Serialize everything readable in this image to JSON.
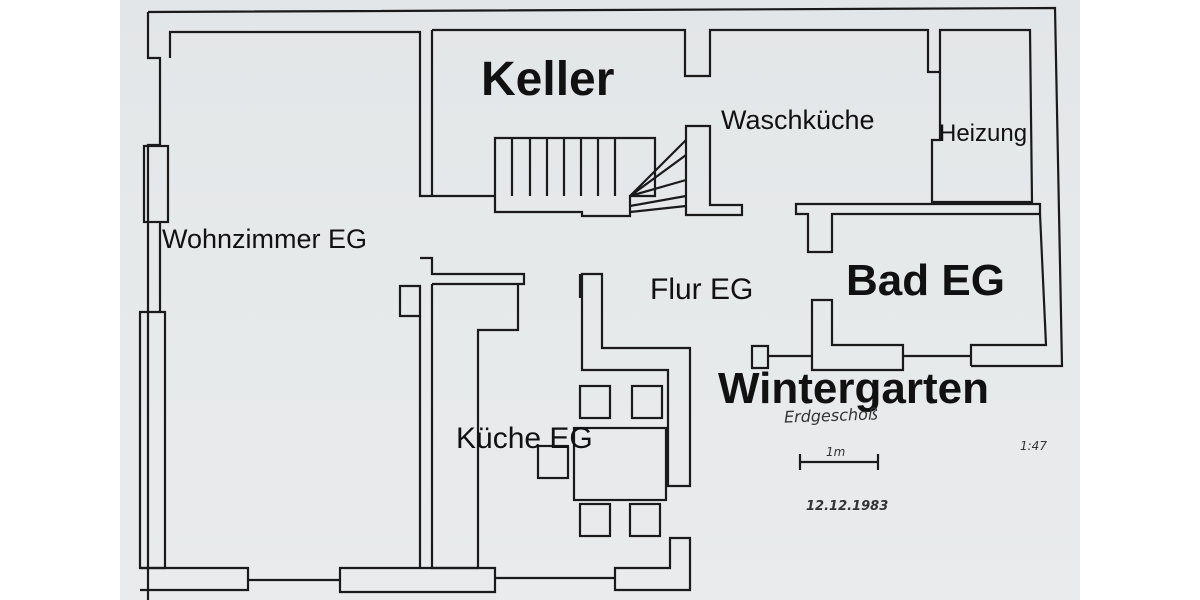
{
  "plan": {
    "rooms": {
      "keller": "Keller",
      "waschkueche": "Waschküche",
      "heizung": "Heizung",
      "wohnzimmer": "Wohnzimmer EG",
      "flur": "Flur EG",
      "bad": "Bad EG",
      "wintergarten": "Wintergarten",
      "kueche": "Küche EG"
    },
    "handwriting": {
      "title": "Erdgeschoß",
      "scale_bar_label": "1m",
      "scale_ratio": "1:47",
      "date": "12.12.1983"
    }
  },
  "colors": {
    "wall_line": "#1a1a1a",
    "paper": "#e6e9ea",
    "label_text": "#111111",
    "handwriting": "#333333"
  }
}
